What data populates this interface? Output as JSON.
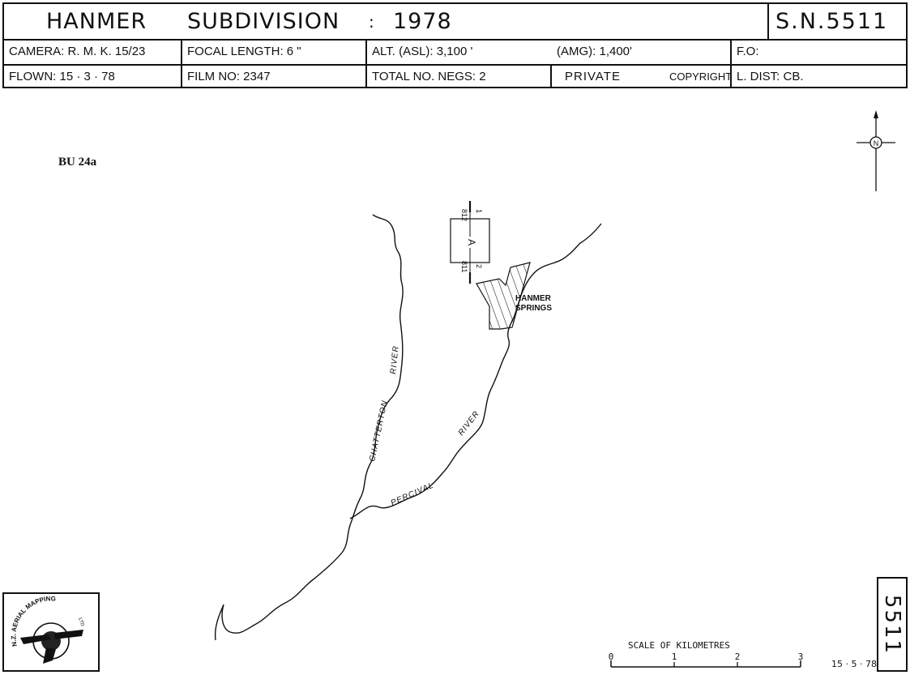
{
  "header": {
    "title_place": "HANMER",
    "title_subdivision": "SUBDIVISION",
    "title_sep": ":",
    "title_year": "1978",
    "sn": "S.N.5511",
    "camera": "CAMERA: R. M. K. 15/23",
    "focal": "FOCAL LENGTH: 6 \"",
    "alt_asl": "ALT. (ASL): 3,100 '",
    "amg": "(AMG): 1,400'",
    "fo": "F.O:",
    "flown": "FLOWN: 15 · 3 · 78",
    "film": "FILM NO: 2347",
    "negs": "TOTAL NO. NEGS: 2",
    "private": "PRIVATE",
    "copyright": "COPYRIGHT",
    "ldist": "L. DIST: CB."
  },
  "map": {
    "sheet_label": "BU 24a",
    "place": [
      "HANMER",
      "SPRINGS"
    ],
    "rivers": {
      "chatterton": "CHATTERTON",
      "chatterton_river": "RIVER",
      "percival": "PERCIVAL",
      "percival_river": "RIVER"
    },
    "run_label": "A",
    "frame_top": "812",
    "frame_top_no": "1",
    "frame_bottom": "811",
    "frame_bottom_no": "2",
    "north": "N"
  },
  "scale": {
    "title": "SCALE OF KILOMETRES",
    "ticks": [
      "0",
      "1",
      "2",
      "3"
    ]
  },
  "footer": {
    "sheet_number": "5511",
    "date": "15 · 5 · 78",
    "logo_text": "N.Z. AERIAL MAPPING",
    "logo_small": "LTD"
  }
}
